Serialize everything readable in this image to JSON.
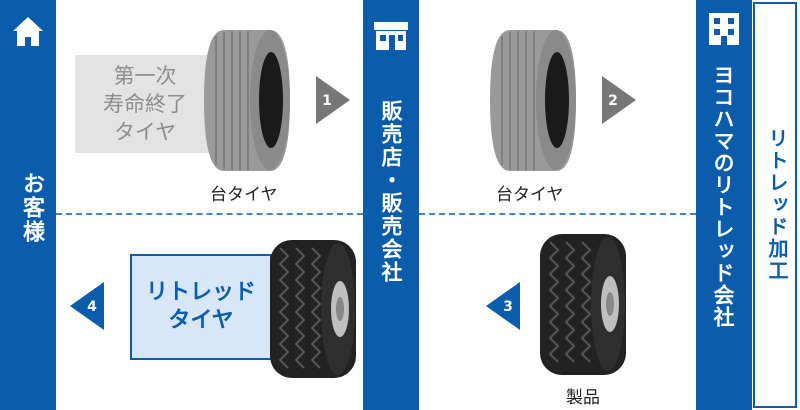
{
  "columns": {
    "customer": "お客様",
    "dealer": "販売店・販売会社",
    "company": "ヨコハマのリトレッド会社",
    "process": "リトレッド加工"
  },
  "labels": {
    "first_used_tire": "第一次\n寿命終了\nタイヤ",
    "retread_tire": "リトレッド\nタイヤ"
  },
  "captions": {
    "casing_1": "台タイヤ",
    "casing_2": "台タイヤ",
    "product": "製品"
  },
  "steps": {
    "s1": "1",
    "s2": "2",
    "s3": "3",
    "s4": "4"
  },
  "icons": {
    "customer": "house-icon",
    "dealer": "shop-icon",
    "company": "building-icon"
  },
  "colors": {
    "brand_blue": "#0b5cab",
    "arrow_gray": "#777777",
    "label_gray_bg": "#e3e3e3",
    "label_blue_bg": "#d7e6f8"
  }
}
